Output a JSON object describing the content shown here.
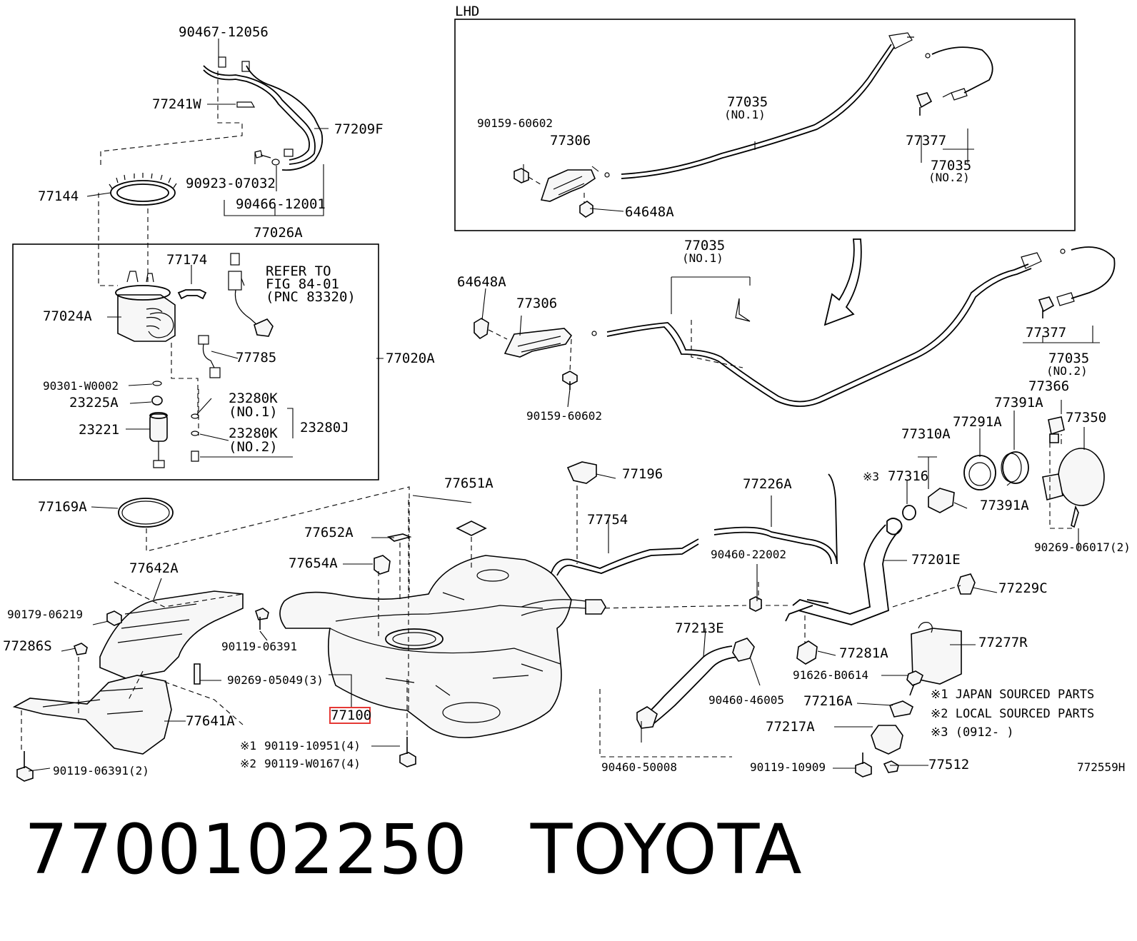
{
  "diagram": {
    "lhd_label": "LHD",
    "figure_id": "772559H",
    "highlight_part": "77100",
    "refer_note": {
      "line1": "REFER TO",
      "line2": "FIG 84-01",
      "line3": "(PNC 83320)"
    },
    "labels": {
      "p90467_12056": "90467-12056",
      "p77241W": "77241W",
      "p77209F": "77209F",
      "p77144": "77144",
      "p90923_07032": "90923-07032",
      "p90466_12001": "90466-12001",
      "p77026A": "77026A",
      "p77174": "77174",
      "p77024A": "77024A",
      "p77785": "77785",
      "p77020A": "77020A",
      "p90301_W0002": "90301-W0002",
      "p23225A": "23225A",
      "p23280K_1": "23280K",
      "p23280K_1_no": "(NO.1)",
      "p23280J": "23280J",
      "p23221": "23221",
      "p23280K_2": "23280K",
      "p23280K_2_no": "(NO.2)",
      "p77169A": "77169A",
      "lhd_90159_60602": "90159-60602",
      "lhd_77306": "77306",
      "lhd_77035_1": "77035",
      "lhd_77035_1_no": "(NO.1)",
      "lhd_77377": "77377",
      "lhd_77035_2": "77035",
      "lhd_77035_2_no": "(NO.2)",
      "lhd_64648A": "64648A",
      "p64648A": "64648A",
      "p77306": "77306",
      "p90159_60602": "90159-60602",
      "p77035_1": "77035",
      "p77035_1_no": "(NO.1)",
      "p77377": "77377",
      "p77035_2": "77035",
      "p77035_2_no": "(NO.2)",
      "p77366": "77366",
      "p77391A_top": "77391A",
      "p77350": "77350",
      "p77291A": "77291A",
      "p77310A": "77310A",
      "p77316": "77316",
      "p77316_mark": "※3",
      "p77391A_bot": "77391A",
      "p90269_06017": "90269-06017(2)",
      "p77196": "77196",
      "p77651A": "77651A",
      "p77226A": "77226A",
      "p77652A": "77652A",
      "p77754": "77754",
      "p77654A": "77654A",
      "p90460_22002": "90460-22002",
      "p77201E": "77201E",
      "p77642A": "77642A",
      "p77229C": "77229C",
      "p90179_06219": "90179-06219",
      "p77286S": "77286S",
      "p90119_06391": "90119-06391",
      "p77213E": "77213E",
      "p77281A": "77281A",
      "p77277R": "77277R",
      "p90269_05049": "90269-05049(3)",
      "p91626_B0614": "91626-B0614",
      "p90460_46005": "90460-46005",
      "p77216A": "77216A",
      "p77641A": "77641A",
      "p77217A": "77217A",
      "p90119_10951": "90119-10951(4)",
      "p90119_10951_mark": "※1",
      "p90119_W0167": "90119-W0167(4)",
      "p90119_W0167_mark": "※2",
      "p90460_50008": "90460-50008",
      "p90119_10909": "90119-10909",
      "p77512": "77512",
      "p90119_06391_2": "90119-06391(2)"
    },
    "notes": {
      "n1": "※1 JAPAN SOURCED PARTS",
      "n2": "※2 LOCAL SOURCED PARTS",
      "n3": "※3 (0912-      )"
    }
  },
  "footer": {
    "part_number": "7700102250",
    "brand": "TOYOTA"
  }
}
